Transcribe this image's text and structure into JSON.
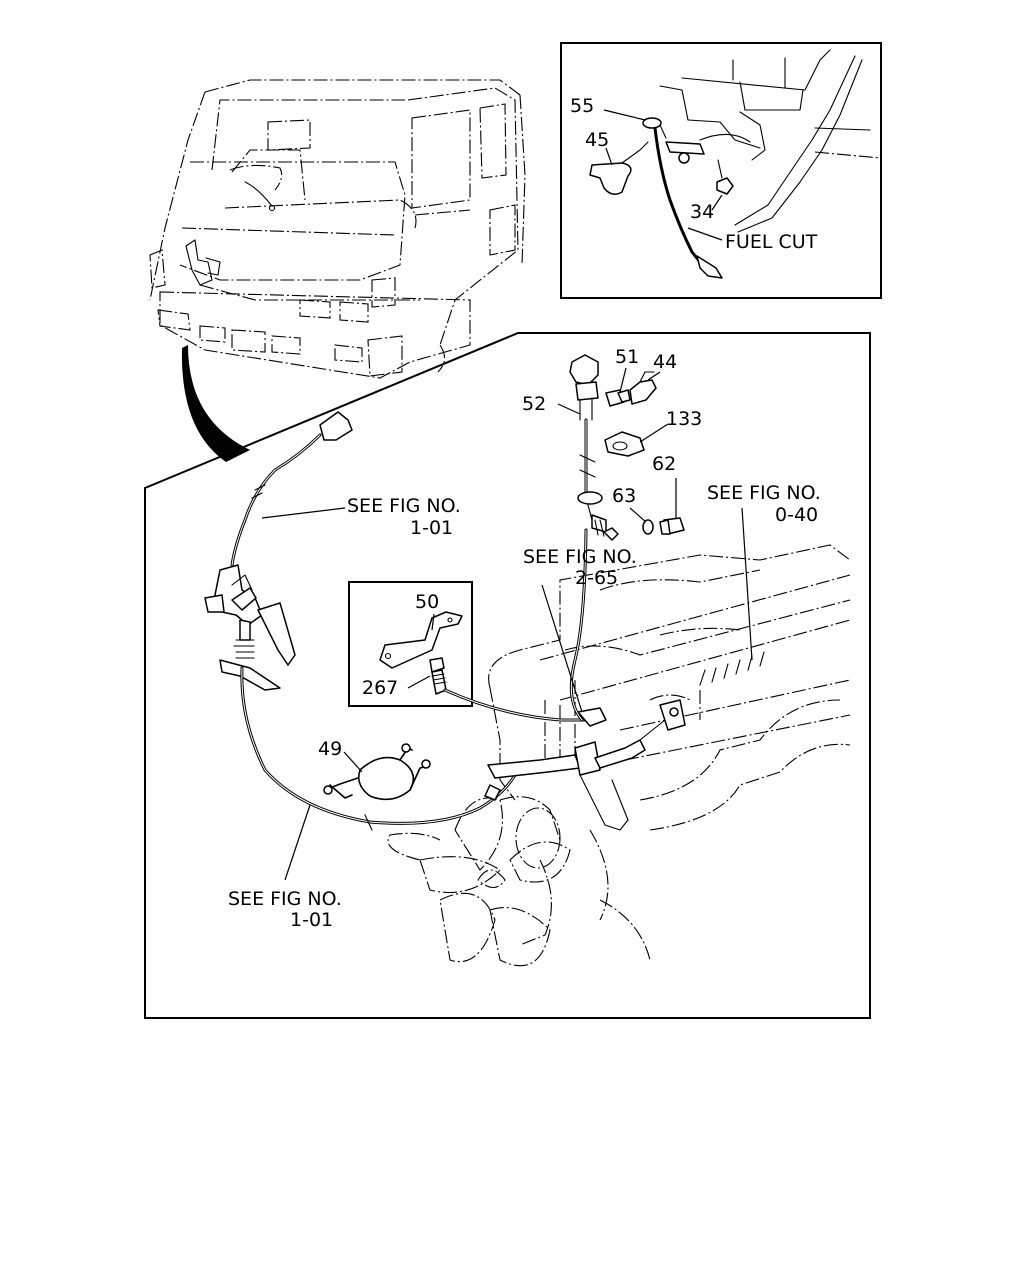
{
  "inset_fuel_cut": {
    "caption": "FUEL CUT",
    "labels": [
      "55",
      "45",
      "34"
    ]
  },
  "main_view": {
    "part_numbers": [
      "51",
      "44",
      "52",
      "133",
      "62",
      "63",
      "50",
      "267",
      "49"
    ],
    "references": [
      {
        "line1": "SEE FIG NO.",
        "line2": "1-01"
      },
      {
        "line1": "SEE FIG NO.",
        "line2": "0-40"
      },
      {
        "line1": "SEE FIG NO.",
        "line2": "2-65"
      },
      {
        "line1": "SEE FIG NO.",
        "line2": "1-01"
      }
    ]
  }
}
